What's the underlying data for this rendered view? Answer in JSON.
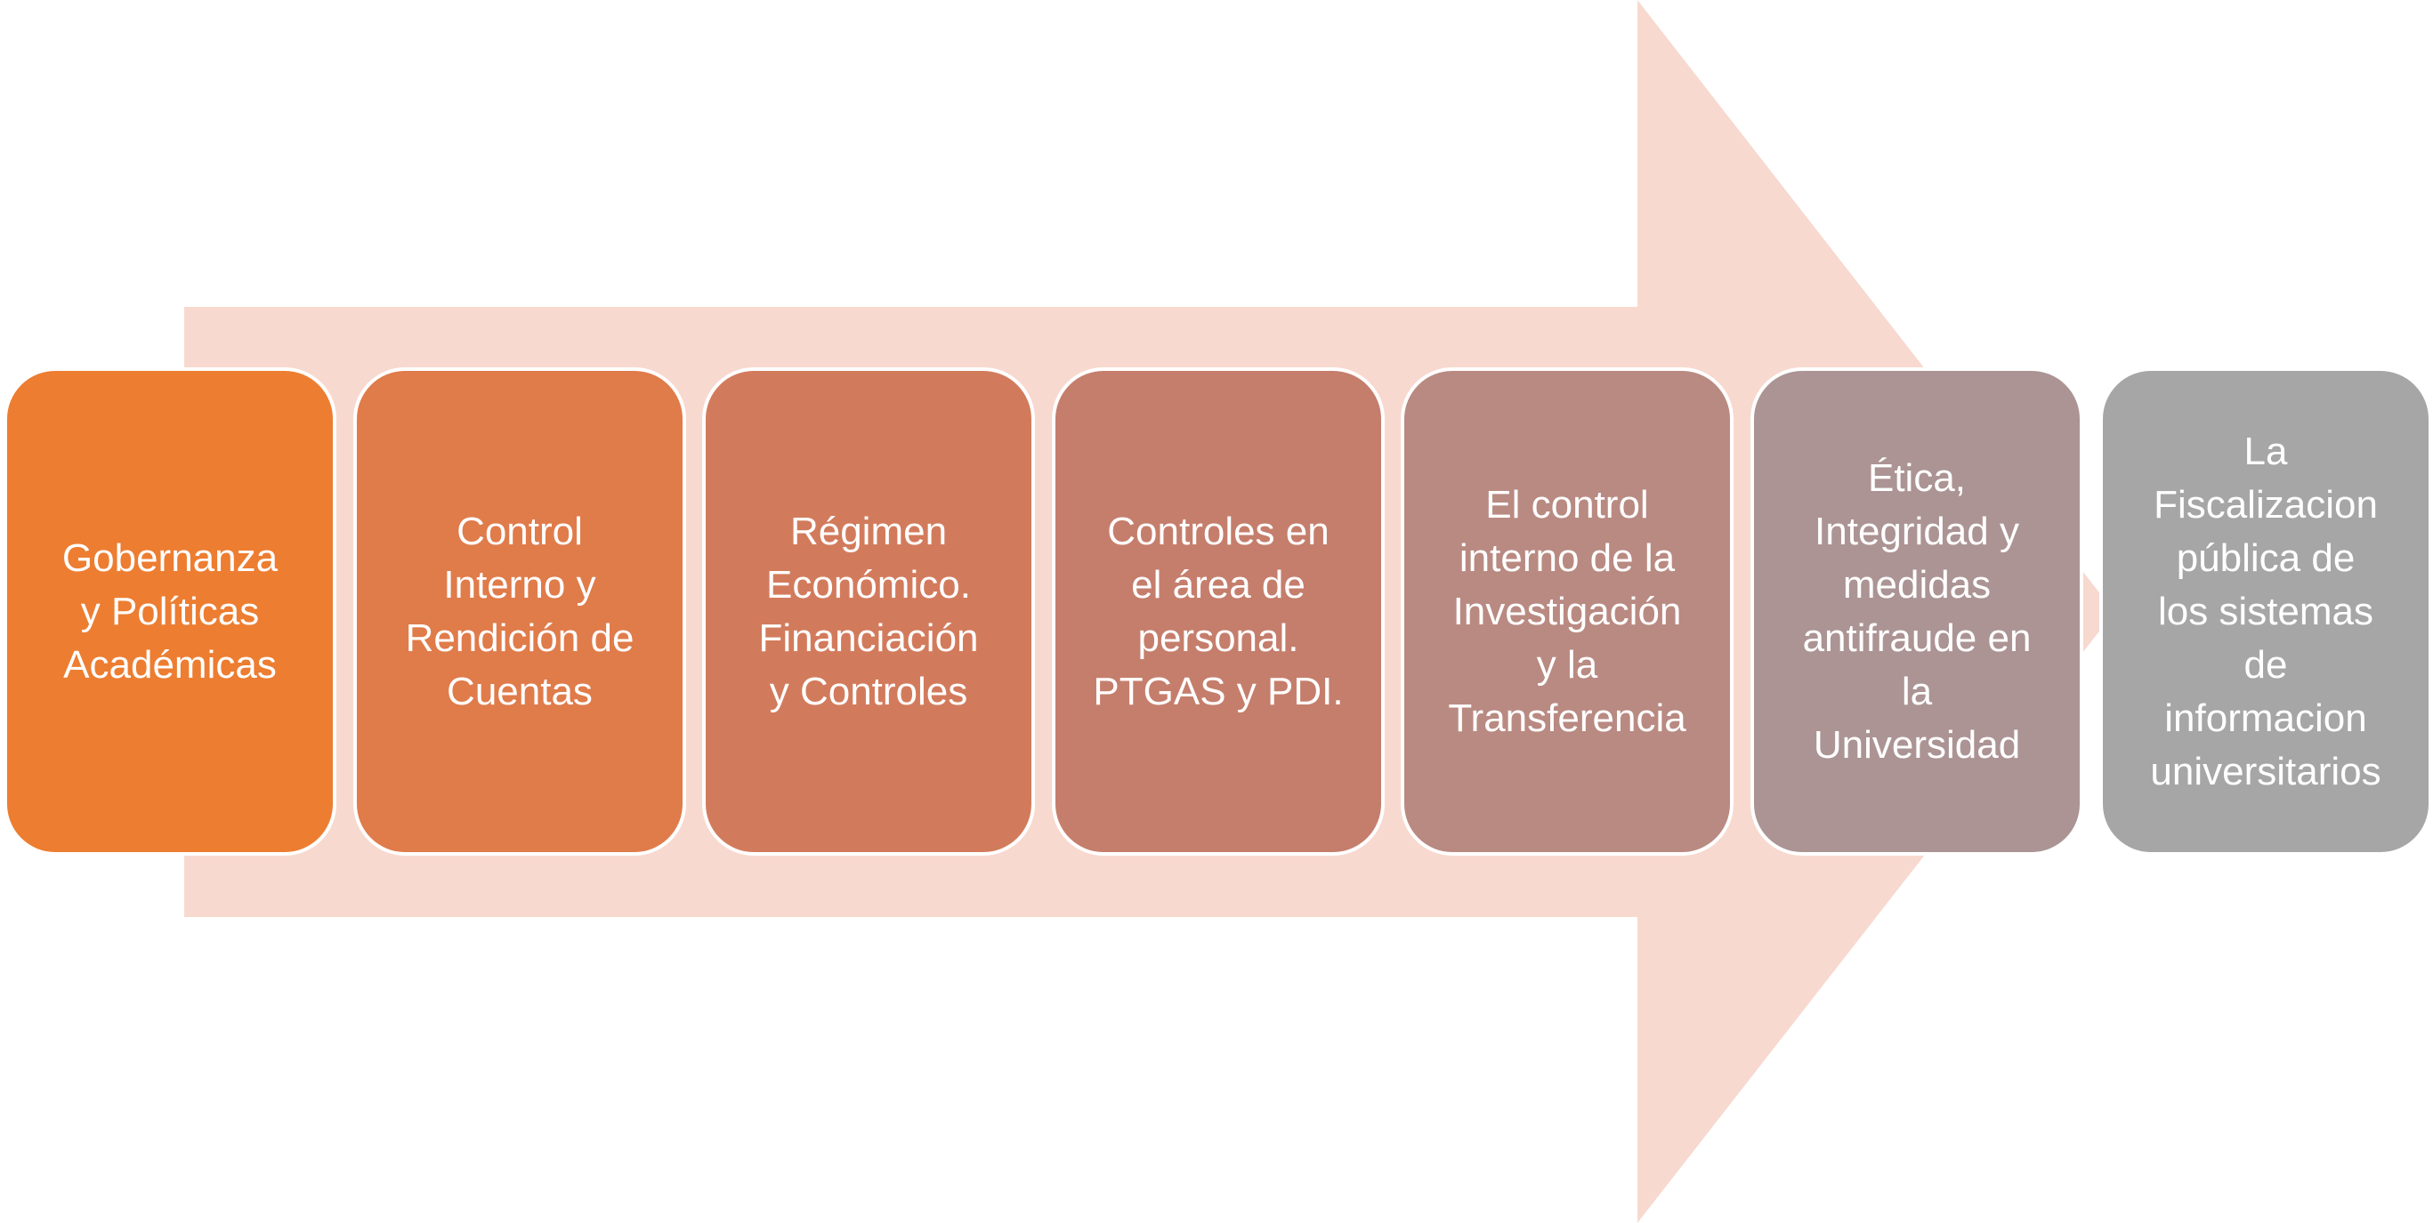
{
  "diagram": {
    "arrow_color": "#f8d9cf",
    "steps": [
      {
        "label": "Gobernanza\ny Políticas\nAcadémicas",
        "color": "#ed7d31"
      },
      {
        "label": "Control\nInterno y\nRendición de\nCuentas",
        "color": "#e07b4a"
      },
      {
        "label": "Régimen\nEconómico.\nFinanciación\ny Controles",
        "color": "#d27b5c"
      },
      {
        "label": "Controles en\nel área de\npersonal.\nPTGAS y PDI.",
        "color": "#c57e6c"
      },
      {
        "label": "El control\ninterno de la\nInvestigación\ny la\nTransferencia",
        "color": "#b98a82"
      },
      {
        "label": "Ética,\nIntegridad y\nmedidas\nantifraude en\nla\nUniversidad",
        "color": "#ac9494"
      },
      {
        "label": "La\nFiscalizacion\npública de\nlos sistemas\nde\ninformacion\nuniversitarios",
        "color": "#a6a6a6"
      }
    ]
  }
}
